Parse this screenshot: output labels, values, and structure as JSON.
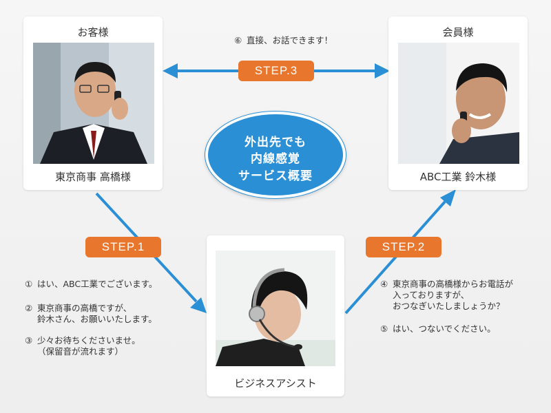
{
  "customer": {
    "title": "お客様",
    "name": "東京商事 高橋様"
  },
  "member": {
    "title": "会員様",
    "name": "ABC工業 鈴木様"
  },
  "assistant": {
    "name": "ビジネスアシスト"
  },
  "center": {
    "line1": "外出先でも",
    "line2": "内線感覚",
    "line3": "サービス概要"
  },
  "steps": {
    "step1": "STEP.1",
    "step2": "STEP.2",
    "step3": "STEP.3"
  },
  "step3_note": {
    "num": "⑥",
    "text": "直接、お話できます！"
  },
  "left_notes": [
    {
      "num": "①",
      "line1": "はい、ABC工業でございます。"
    },
    {
      "num": "②",
      "line1": "東京商事の高橋ですが、",
      "line2": "鈴木さん、お願いいたします。"
    },
    {
      "num": "③",
      "line1": "少々お待ちくださいませ。",
      "line2": "（保留音が流れます）"
    }
  ],
  "right_notes": [
    {
      "num": "④",
      "line1": "東京商事の高橋様からお電話が",
      "line2": "入っておりますが、",
      "line3": "おつなぎいたしましょうか？"
    },
    {
      "num": "⑤",
      "line1": "はい、つないでください。"
    }
  ],
  "colors": {
    "arrow": "#2b8fd6",
    "step": "#e8762c",
    "ellipse": "#2b8fd6"
  }
}
